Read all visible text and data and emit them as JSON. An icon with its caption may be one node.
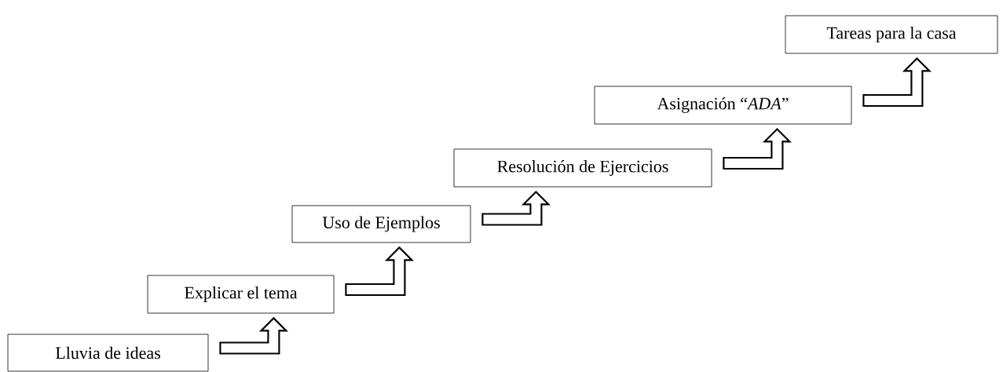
{
  "diagram": {
    "nodes": [
      {
        "text": [
          "Lluvia de ideas"
        ]
      },
      {
        "text": [
          "Explicar el tema"
        ]
      },
      {
        "text": [
          "Uso de Ejemplos"
        ]
      },
      {
        "text": [
          "Resolución de Ejercicios"
        ]
      },
      {
        "text": [
          "Asignación “*ADA*”"
        ]
      },
      {
        "text": [
          "Tareas para la casa"
        ]
      }
    ],
    "edges": [
      {
        "from": 0,
        "to": 1,
        "arrow": "to"
      },
      {
        "from": 1,
        "to": 2,
        "arrow": "to"
      },
      {
        "from": 2,
        "to": 3,
        "arrow": "to"
      },
      {
        "from": 3,
        "to": 4,
        "arrow": "to"
      },
      {
        "from": 4,
        "to": 5,
        "arrow": "to"
      }
    ]
  }
}
